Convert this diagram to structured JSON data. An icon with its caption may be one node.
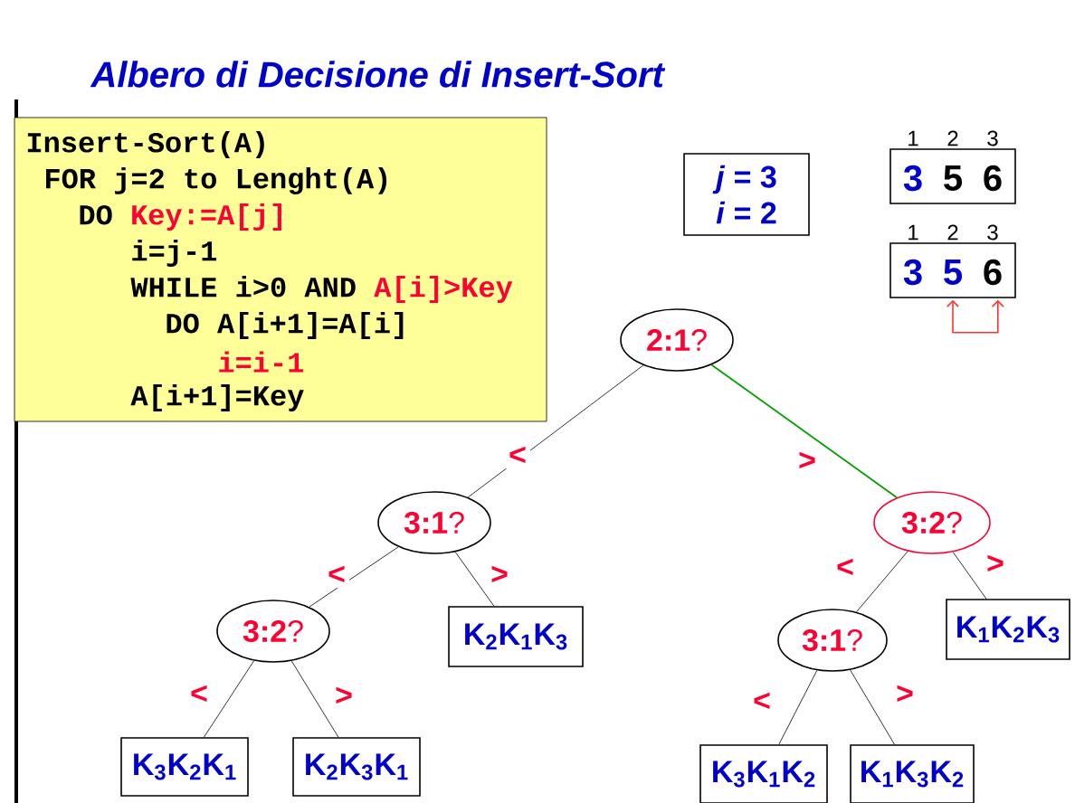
{
  "diagram": {
    "title": "Albero di Decisione di Insert-Sort",
    "nodes": [
      {
        "text": [
          "Insert-Sort(A)",
          "FOR j=2 to Lenght(A)",
          "DO",
          "Key:=A[j]",
          "i=j-1",
          "WHILE i>0 AND",
          "A[i]>Key",
          "DO A[i+1]=A[i]",
          "i=i-1",
          "A[i+1]=Key"
        ]
      },
      {
        "text": [
          "*j* = 3",
          "*i* = 2"
        ]
      },
      {
        "text": [
          "3",
          "5",
          "6"
        ],
        "beside": [
          "1",
          "2",
          "3"
        ]
      },
      {
        "text": [
          "3",
          "5",
          "6"
        ],
        "beside": [
          "1",
          "2",
          "3"
        ]
      },
      {
        "text": [
          "**2:1**?"
        ]
      },
      {
        "text": [
          "**3:1**?"
        ]
      },
      {
        "text": [
          "**3:2**?"
        ]
      },
      {
        "text": [
          "**3:2**?"
        ]
      },
      {
        "text": [
          "K$_{2}$K$_{1}$K$_{3}$"
        ]
      },
      {
        "text": [
          "**3:1**?"
        ]
      },
      {
        "text": [
          "K$_{1}$K$_{2}$K$_{3}$"
        ]
      },
      {
        "text": [
          "K$_{3}$K$_{2}$K$_{1}$"
        ]
      },
      {
        "text": [
          "K$_{2}$K$_{3}$K$_{1}$"
        ]
      },
      {
        "text": [
          "K$_{3}$K$_{1}$K$_{2}$"
        ]
      },
      {
        "text": [
          "K$_{1}$K$_{3}$K$_{2}$"
        ]
      }
    ],
    "edges": [
      {
        "from": 4,
        "to": 5,
        "arrow": "none",
        "label": "<"
      },
      {
        "from": 4,
        "to": 6,
        "arrow": "none",
        "label": ">",
        "color": "#00a000"
      },
      {
        "from": 5,
        "to": 7,
        "arrow": "none",
        "label": "<"
      },
      {
        "from": 5,
        "to": 8,
        "arrow": "none",
        "label": ">"
      },
      {
        "from": 7,
        "to": 11,
        "arrow": "none",
        "label": "<"
      },
      {
        "from": 7,
        "to": 12,
        "arrow": "none",
        "label": ">"
      },
      {
        "from": 6,
        "to": 9,
        "arrow": "none",
        "label": "<"
      },
      {
        "from": 6,
        "to": 10,
        "arrow": "none",
        "label": ">"
      },
      {
        "from": 9,
        "to": 13,
        "arrow": "none",
        "label": "<"
      },
      {
        "from": 9,
        "to": 14,
        "arrow": "none",
        "label": ">"
      },
      {
        "from": 3,
        "to": 3,
        "arrow": "both",
        "color": "#ff3333"
      }
    ]
  }
}
